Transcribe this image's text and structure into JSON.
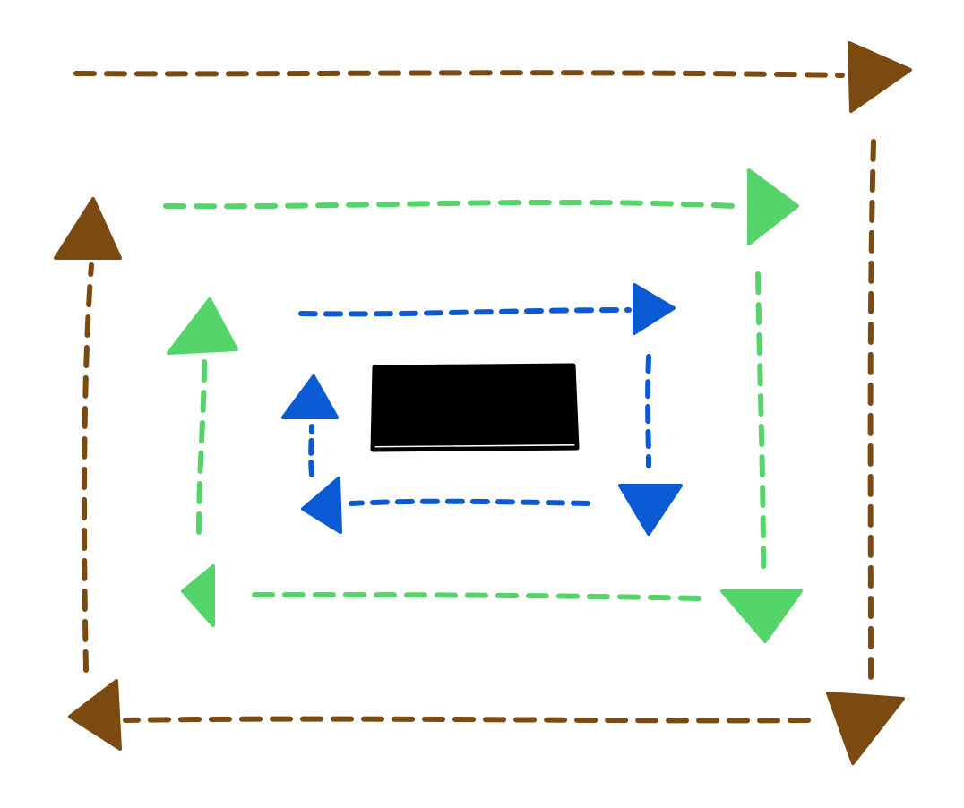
{
  "colors": {
    "outer": "#7a4a10",
    "middle": "#55d46a",
    "inner": "#0a5ad4",
    "center": "#000000",
    "background": "#ffffff"
  },
  "loops": [
    {
      "id": "outer-loop",
      "color_key": "outer",
      "direction": "clockwise"
    },
    {
      "id": "middle-loop",
      "color_key": "middle",
      "direction": "clockwise"
    },
    {
      "id": "inner-loop",
      "color_key": "inner",
      "direction": "clockwise"
    }
  ],
  "center_box": {
    "label": "",
    "redacted": true
  }
}
